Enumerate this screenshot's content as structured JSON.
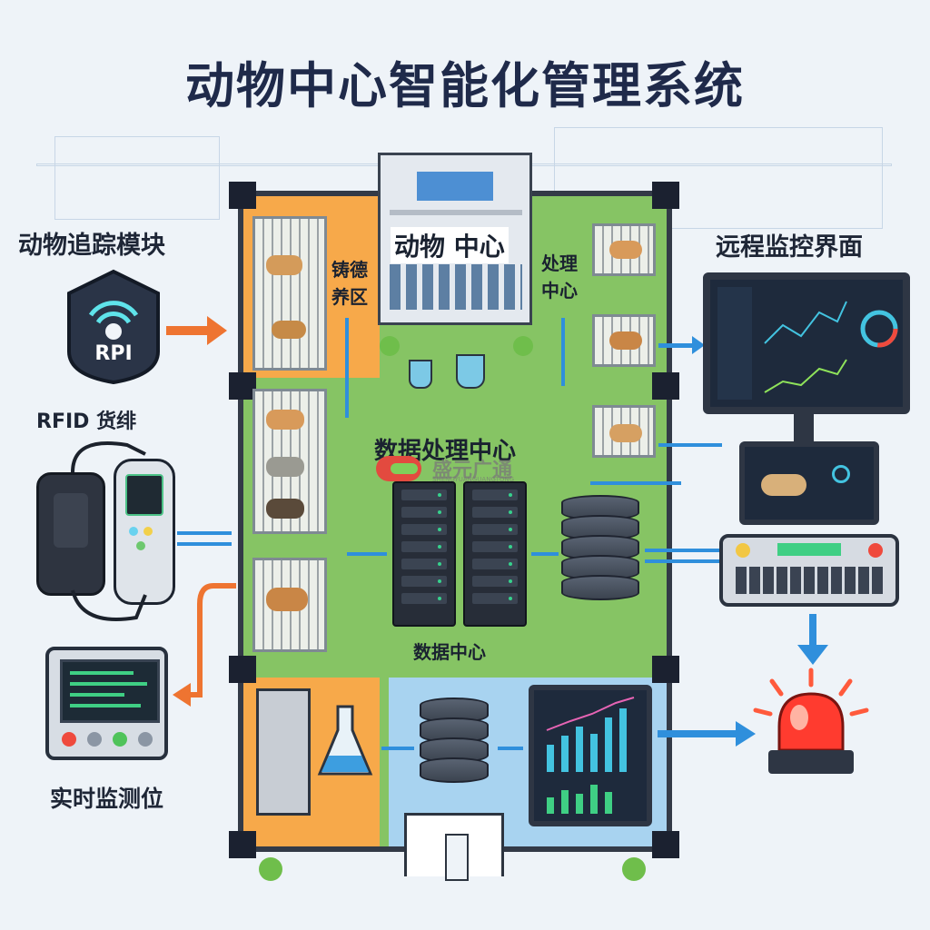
{
  "title": "动物中心智能化管理系统",
  "left_panel": {
    "tracking_module": "动物追踪模块",
    "tag_text": "RPI",
    "rfid_label": "RFID 货绯",
    "monitor_label": "实时监测位"
  },
  "building": {
    "center_title": "动物 中心",
    "breeding_area": [
      "铸德",
      "养区"
    ],
    "processing": [
      "处理",
      "中心"
    ],
    "data_processing_center": "数据处理中心",
    "data_center": "数据中心"
  },
  "right_panel": {
    "remote_monitor": "远程监控界面"
  },
  "watermark": {
    "text": "盛元广通",
    "sub": "SHENGYUANGUANGTONG"
  },
  "colors": {
    "accent_blue": "#2f8fdc",
    "accent_orange": "#ee7431",
    "zone_green": "#86c464",
    "zone_orange": "#f7a94a",
    "zone_blue": "#a8d3f0",
    "alarm_red": "#ff3b2f"
  }
}
